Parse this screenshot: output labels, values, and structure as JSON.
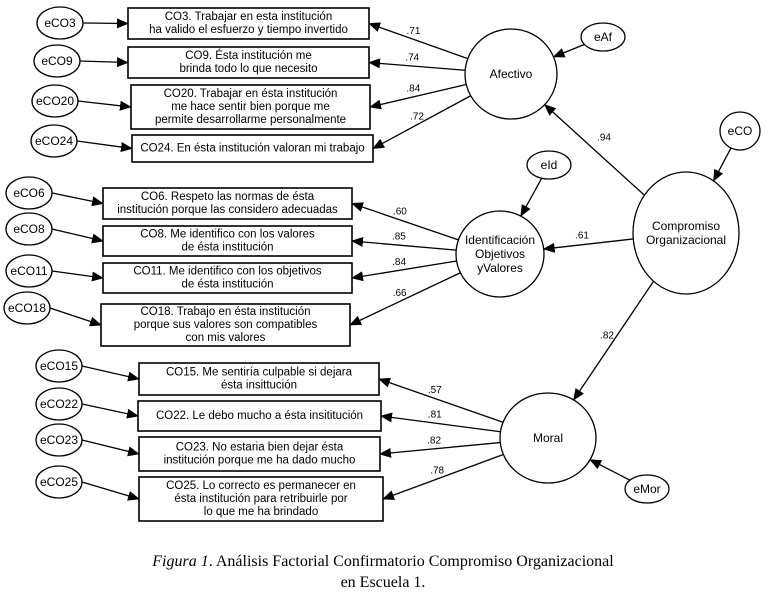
{
  "latents": {
    "afectivo": {
      "label_lines": [
        "Afectivo"
      ]
    },
    "identificacion": {
      "label_lines": [
        "Identificación",
        "Objetivos",
        "yValores"
      ]
    },
    "moral": {
      "label_lines": [
        "Moral"
      ]
    },
    "compromiso": {
      "label_lines": [
        "Compromiso",
        "Organizacional"
      ]
    }
  },
  "factor_errors": {
    "afectivo": "eAf",
    "identificacion": "eId",
    "moral": "eMor",
    "compromiso": "eCO"
  },
  "second_order_loadings": {
    "afectivo": ".94",
    "identificacion": ".61",
    "moral": ".82"
  },
  "items": [
    {
      "id": "CO3",
      "factor": "afectivo",
      "error": "eCO3",
      "loading": ".71",
      "lines": [
        "CO3. Trabajar en esta institución",
        "ha valido el esfuerzo y tiempo invertido"
      ]
    },
    {
      "id": "CO9",
      "factor": "afectivo",
      "error": "eCO9",
      "loading": ".74",
      "lines": [
        "CO9. Ésta institución me",
        "brinda todo lo que necesito"
      ]
    },
    {
      "id": "CO20",
      "factor": "afectivo",
      "error": "eCO20",
      "loading": ".84",
      "lines": [
        "CO20. Trabajar en ésta institución",
        "me hace sentir bien porque me",
        "permite desarrollarme personalmente"
      ]
    },
    {
      "id": "CO24",
      "factor": "afectivo",
      "error": "eCO24",
      "loading": ".72",
      "lines": [
        "CO24. En ésta institución valoran mi trabajo"
      ]
    },
    {
      "id": "CO6",
      "factor": "identificacion",
      "error": "eCO6",
      "loading": ".60",
      "lines": [
        "CO6. Respeto las normas de ésta",
        "institución porque las considero adecuadas"
      ]
    },
    {
      "id": "CO8",
      "factor": "identificacion",
      "error": "eCO8",
      "loading": ".85",
      "lines": [
        "CO8. Me identifico con los valores",
        "de ésta institución"
      ]
    },
    {
      "id": "CO11",
      "factor": "identificacion",
      "error": "eCO11",
      "loading": ".84",
      "lines": [
        "CO11. Me identifico con los objetivos",
        "de ésta institución"
      ]
    },
    {
      "id": "CO18",
      "factor": "identificacion",
      "error": "eCO18",
      "loading": ".66",
      "lines": [
        "CO18. Trabajo en ésta institución",
        "porque sus valores son compatibles",
        "con mis valores"
      ]
    },
    {
      "id": "CO15",
      "factor": "moral",
      "error": "eCO15",
      "loading": ".57",
      "lines": [
        "CO15. Me sentiría culpable si dejara",
        "ésta insittución"
      ]
    },
    {
      "id": "CO22",
      "factor": "moral",
      "error": "eCO22",
      "loading": ".81",
      "lines": [
        "CO22. Le debo mucho a ésta insititución"
      ]
    },
    {
      "id": "CO23",
      "factor": "moral",
      "error": "eCO23",
      "loading": ".82",
      "lines": [
        "CO23. No estaria bien dejar ésta",
        "institución porque me ha dado mucho"
      ]
    },
    {
      "id": "CO25",
      "factor": "moral",
      "error": "eCO25",
      "loading": ".78",
      "lines": [
        "CO25. Lo correcto es permanecer en",
        "ésta institución para retribuirle por",
        "lo que me ha brindado"
      ]
    }
  ],
  "caption": {
    "figure_label": "Figura 1",
    "line1": ". Análisis Factorial Confirmatorio Compromiso Organizacional",
    "line2": "en Escuela 1."
  }
}
